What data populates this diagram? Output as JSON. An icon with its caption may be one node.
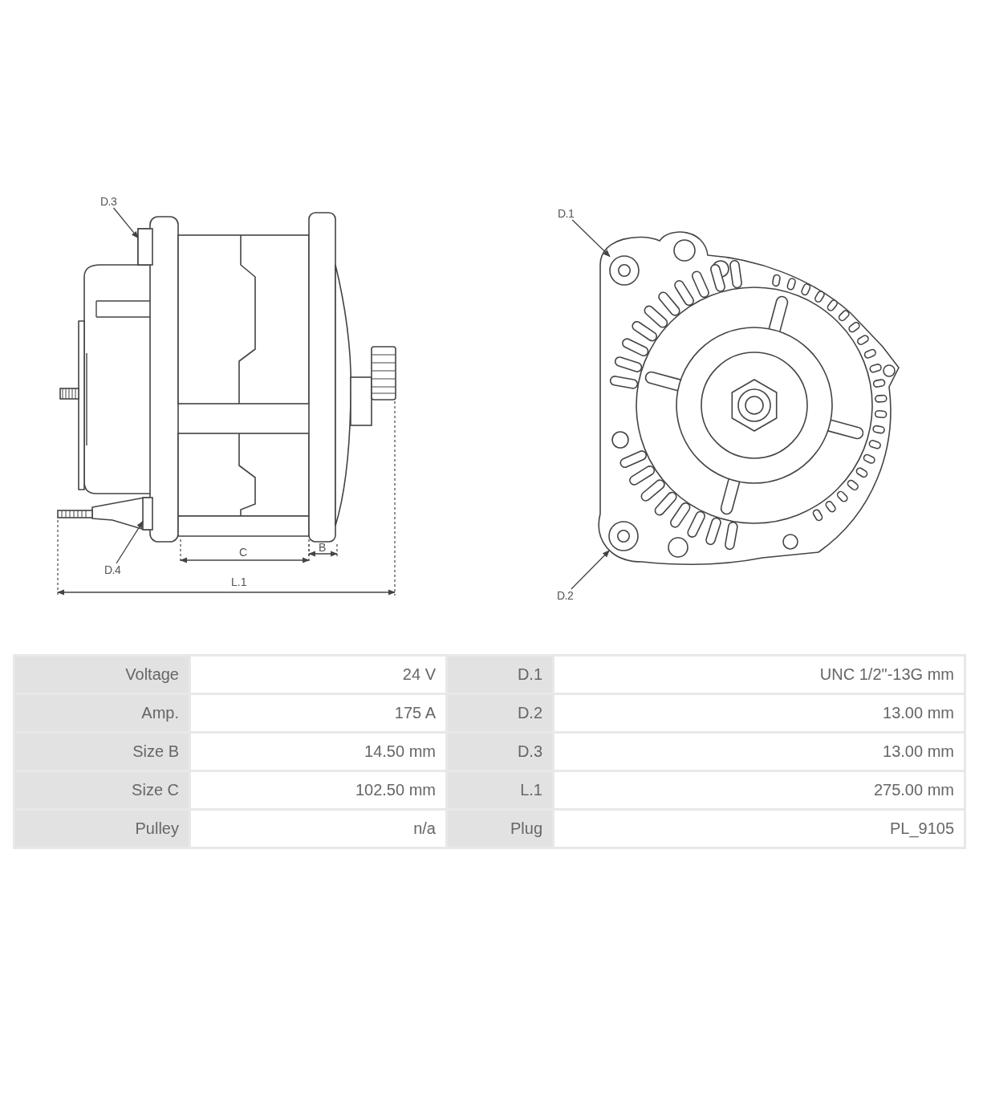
{
  "diagram": {
    "nodes": [
      {
        "text": [
          "D.3"
        ]
      },
      {
        "text": [
          "D.4"
        ]
      },
      {
        "text": [
          "D.1"
        ]
      },
      {
        "text": [
          "D.2"
        ]
      },
      {
        "text": [],
        "shape": "box"
      },
      {
        "text": [],
        "shape": "box"
      },
      {
        "text": [],
        "shape": "circle"
      },
      {
        "text": [],
        "shape": "circle"
      }
    ],
    "edges": [
      {
        "from": 0,
        "to": 4,
        "arrow": "to"
      },
      {
        "from": 1,
        "to": 5,
        "arrow": "to"
      },
      {
        "from": 2,
        "to": 6,
        "arrow": "to"
      },
      {
        "from": 3,
        "to": 7,
        "arrow": "to"
      }
    ],
    "labels": [
      "C",
      "B",
      "L.1",
      "Voltage",
      "24 V",
      "D.1",
      "UNC 1/2\"-13G mm",
      "Amp.",
      "175 A",
      "D.2",
      "13.00 mm",
      "Size B",
      "14.50 mm",
      "D.3",
      "13.00 mm",
      "Size C",
      "102.50 mm",
      "L.1",
      "275.00 mm",
      "Pulley",
      "n/a",
      "Plug",
      "PL_9105"
    ]
  }
}
